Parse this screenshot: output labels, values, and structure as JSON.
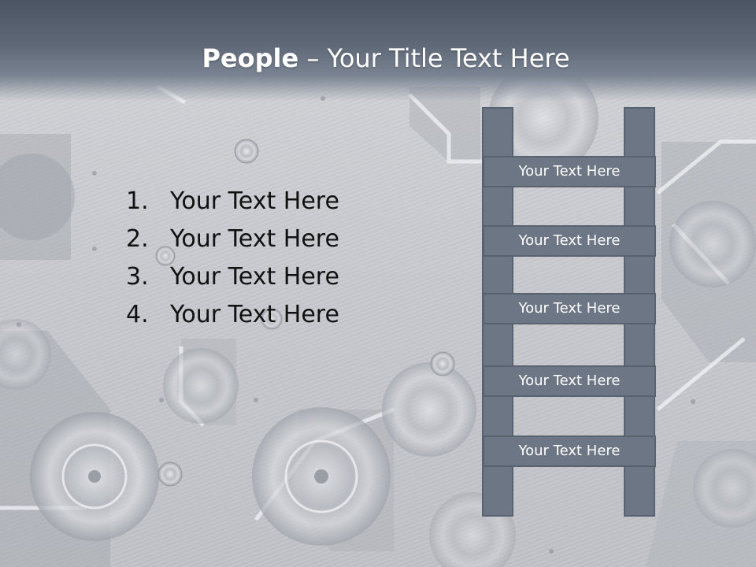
{
  "slide": {
    "title_bold": "People",
    "title_rest": " – Your Title Text Here"
  },
  "list": {
    "items": [
      {
        "number": "1.",
        "text": "Your Text Here"
      },
      {
        "number": "2.",
        "text": "Your Text Here"
      },
      {
        "number": "3.",
        "text": "Your Text Here"
      },
      {
        "number": "4.",
        "text": "Your Text Here"
      }
    ]
  },
  "ladder": {
    "steps": [
      {
        "label": "Your Text Here"
      },
      {
        "label": "Your Text Here"
      },
      {
        "label": "Your Text Here"
      },
      {
        "label": "Your Text Here"
      },
      {
        "label": "Your Text Here"
      }
    ]
  },
  "colors": {
    "title_bar": "#5f6877",
    "ladder_fill": "#6d7684",
    "ladder_border": "#59626f",
    "text_dark": "#111111",
    "text_light": "#ffffff"
  }
}
